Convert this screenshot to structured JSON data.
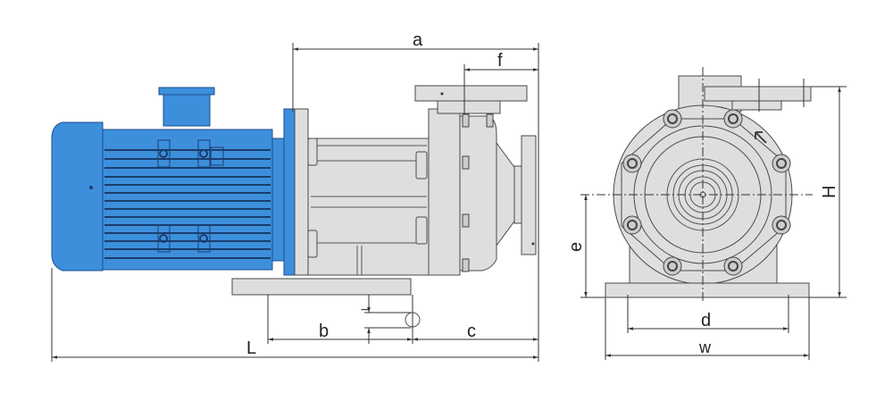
{
  "diagram": {
    "title": "Magnetic drive centrifugal pump dimension drawing",
    "dimensions": {
      "a": "a",
      "f": "f",
      "b": "b",
      "c": "c",
      "L": "L",
      "l": "l",
      "H": "H",
      "e": "e",
      "d": "d",
      "W": "W"
    },
    "colors": {
      "motor": "#3d8fdc",
      "pump_body": "#dedede",
      "lines": "#4a4a4a"
    }
  }
}
